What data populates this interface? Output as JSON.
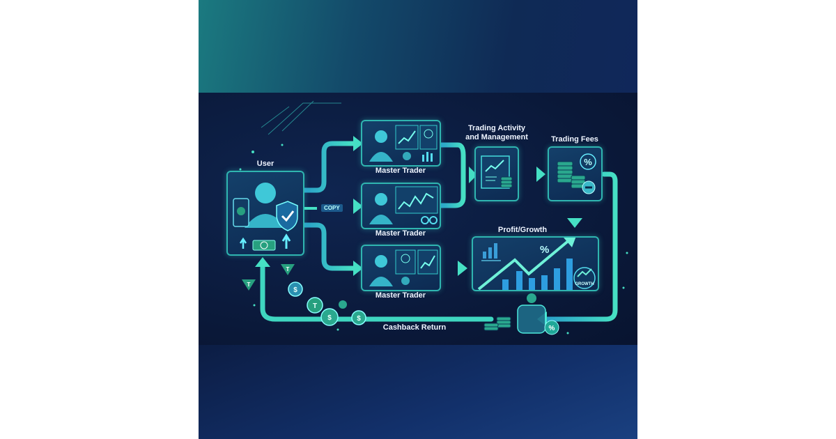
{
  "nodes": {
    "user": "User",
    "master_trader_1": "Master Trader",
    "master_trader_2": "Master Trader",
    "master_trader_3": "Master Trader",
    "trading_activity": "Trading Activity and Management",
    "trading_activity_line1": "Trading Activity",
    "trading_activity_line2": "and Management",
    "trading_fees": "Trading Fees",
    "profit_growth": "Profit/Growth",
    "cashback_return": "Cashback Return"
  },
  "badges": {
    "copy": "COPY",
    "growth": "GROWTH",
    "percent": "%"
  },
  "colors": {
    "accent": "#3fd6c0",
    "background": "#0b1a3a",
    "box_border": "#2fb5b0"
  },
  "icons": [
    "user-avatar-icon",
    "phone-tether-icon",
    "shield-check-icon",
    "cash-icon",
    "trader-avatar-icon",
    "line-chart-icon",
    "coin-stack-icon",
    "percent-icon",
    "minus-icon",
    "growth-arrow-icon",
    "coin-jar-icon",
    "tether-coin-icon",
    "dollar-coin-icon"
  ]
}
